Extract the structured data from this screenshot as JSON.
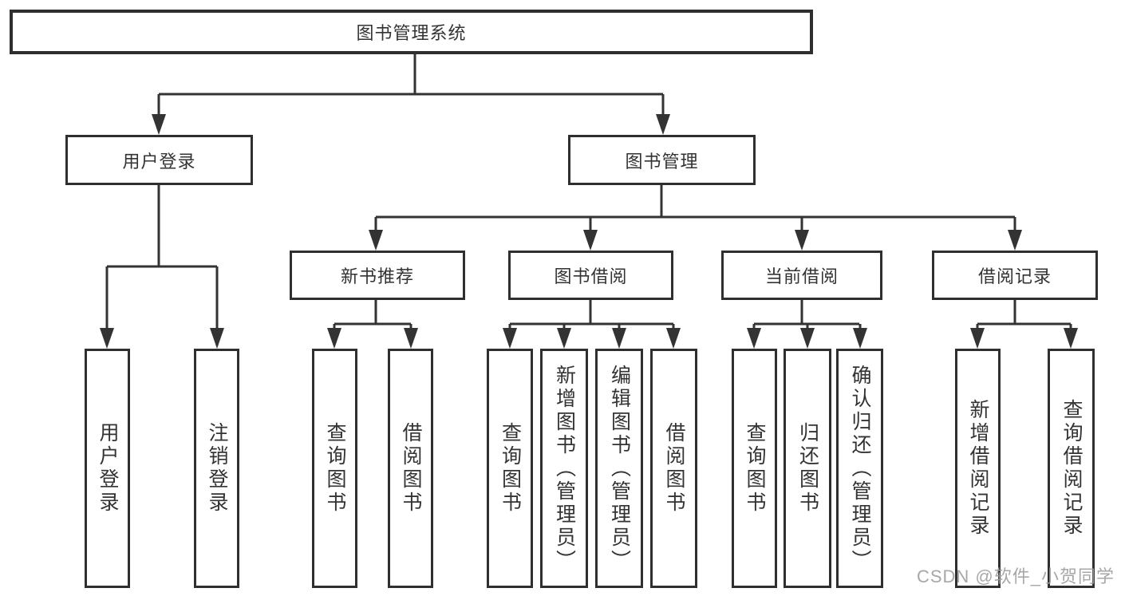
{
  "diagram_title": "图书管理系统",
  "tree": {
    "root": {
      "label": "图书管理系统",
      "children": [
        {
          "label": "用户登录",
          "children": [
            {
              "label": "用户登录"
            },
            {
              "label": "注销登录"
            }
          ]
        },
        {
          "label": "图书管理",
          "children": [
            {
              "label": "新书推荐",
              "children": [
                {
                  "label": "查询图书"
                },
                {
                  "label": "借阅图书"
                }
              ]
            },
            {
              "label": "图书借阅",
              "children": [
                {
                  "label": "查询图书"
                },
                {
                  "label": "新增图书（管理员）"
                },
                {
                  "label": "编辑图书（管理员）"
                },
                {
                  "label": "借阅图书"
                }
              ]
            },
            {
              "label": "当前借阅",
              "children": [
                {
                  "label": "查询图书"
                },
                {
                  "label": "归还图书"
                },
                {
                  "label": "确认归还（管理员）"
                }
              ]
            },
            {
              "label": "借阅记录",
              "children": [
                {
                  "label": "新增借阅记录"
                },
                {
                  "label": "查询借阅记录"
                }
              ]
            }
          ]
        }
      ]
    }
  },
  "watermark": "CSDN @软件_小贺同学",
  "colors": {
    "line": "#333333",
    "border": "#2f2f2f",
    "text": "#333333",
    "watermark": "#9e9e9e",
    "background": "#ffffff"
  }
}
